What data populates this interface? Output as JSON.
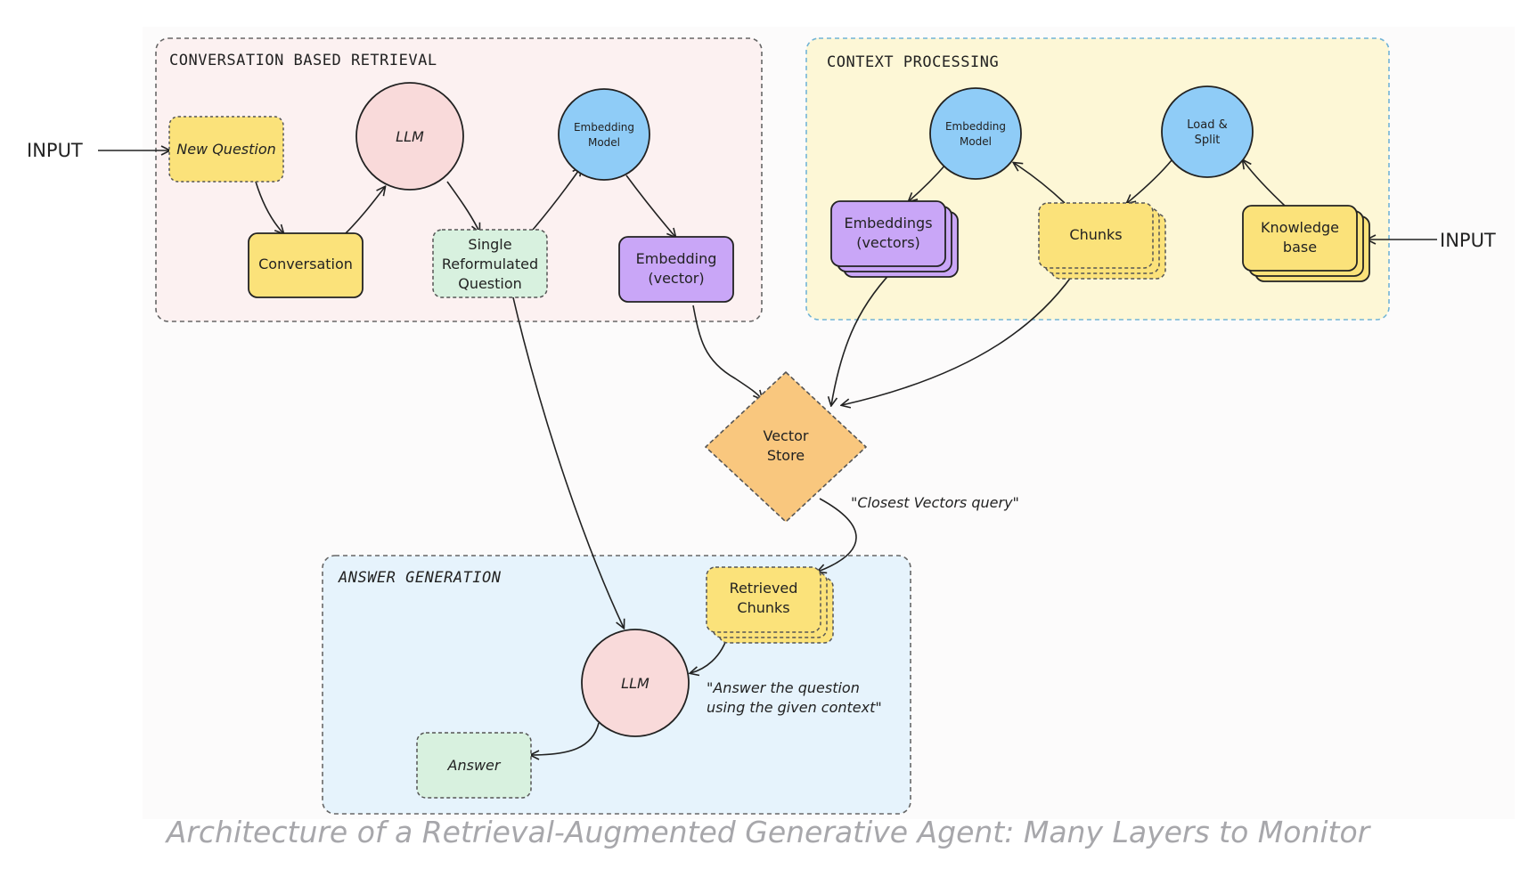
{
  "groups": {
    "conversation": {
      "title": "CONVERSATION BASED RETRIEVAL"
    },
    "context": {
      "title": "CONTEXT PROCESSING"
    },
    "answer": {
      "title": "ANSWER GENERATION"
    }
  },
  "inputs": {
    "left": "INPUT",
    "right": "INPUT"
  },
  "nodes": {
    "new_question": "New Question",
    "conversation": "Conversation",
    "llm_top": "LLM",
    "single_question": [
      "Single",
      "Reformulated",
      "Question"
    ],
    "embedding_model_left": [
      "Embedding",
      "Model"
    ],
    "embedding_vector": [
      "Embedding",
      "(vector)"
    ],
    "embedding_model_right": [
      "Embedding",
      "Model"
    ],
    "load_split": [
      "Load &",
      "Split"
    ],
    "embeddings_vectors": [
      "Embeddings",
      "(vectors)"
    ],
    "chunks": "Chunks",
    "knowledge_base": [
      "Knowledge",
      "base"
    ],
    "vector_store": [
      "Vector",
      "Store"
    ],
    "retrieved_chunks": [
      "Retrieved",
      "Chunks"
    ],
    "llm_bottom": "LLM",
    "answer": "Answer"
  },
  "annotations": {
    "closest_query": "\"Closest Vectors query\"",
    "answer_prompt": [
      "\"Answer the question",
      "using the given context\""
    ]
  },
  "caption": "Architecture of a Retrieval-Augmented Generative Agent: Many Layers to Monitor",
  "colors": {
    "yellow": "#fbe27a",
    "pink": "#f9dada",
    "blue": "#8fccf7",
    "purple": "#c9a6f7",
    "green": "#d8f1df",
    "orange": "#f9c77e",
    "group_pink_bg": "#fcf1f1",
    "group_yellow_bg": "#fdf7d6",
    "group_blue_bg": "#e6f3fc"
  }
}
